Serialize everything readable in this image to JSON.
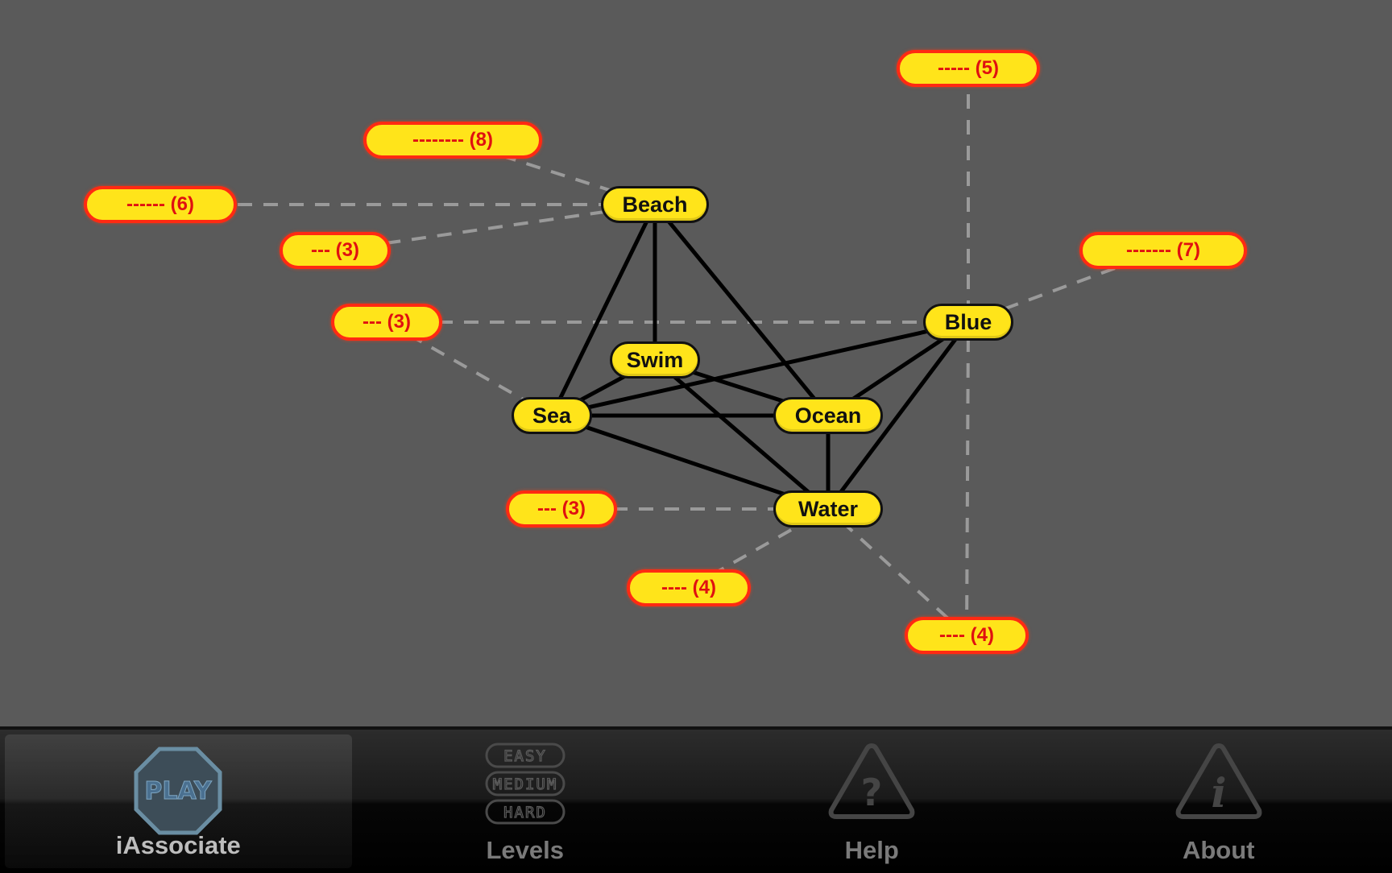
{
  "board": {
    "words": [
      {
        "id": "beach",
        "label": "Beach"
      },
      {
        "id": "swim",
        "label": "Swim"
      },
      {
        "id": "sea",
        "label": "Sea"
      },
      {
        "id": "ocean",
        "label": "Ocean"
      },
      {
        "id": "water",
        "label": "Water"
      },
      {
        "id": "blue",
        "label": "Blue"
      }
    ],
    "hidden_words": [
      {
        "id": "h5",
        "label": "----- (5)",
        "letters": 5
      },
      {
        "id": "h8",
        "label": "-------- (8)",
        "letters": 8
      },
      {
        "id": "h6",
        "label": "------ (6)",
        "letters": 6
      },
      {
        "id": "h3a",
        "label": "--- (3)",
        "letters": 3
      },
      {
        "id": "h7",
        "label": "------- (7)",
        "letters": 7
      },
      {
        "id": "h3b",
        "label": "--- (3)",
        "letters": 3
      },
      {
        "id": "h3c",
        "label": "--- (3)",
        "letters": 3
      },
      {
        "id": "h4a",
        "label": "---- (4)",
        "letters": 4
      },
      {
        "id": "h4b",
        "label": "---- (4)",
        "letters": 4
      }
    ],
    "solid_links": [
      [
        "beach",
        "swim"
      ],
      [
        "beach",
        "sea"
      ],
      [
        "beach",
        "ocean"
      ],
      [
        "swim",
        "sea"
      ],
      [
        "swim",
        "ocean"
      ],
      [
        "swim",
        "water"
      ],
      [
        "sea",
        "ocean"
      ],
      [
        "sea",
        "water"
      ],
      [
        "sea",
        "blue"
      ],
      [
        "ocean",
        "water"
      ],
      [
        "ocean",
        "blue"
      ],
      [
        "water",
        "blue"
      ]
    ],
    "dashed_links": [
      [
        "h8",
        "beach"
      ],
      [
        "h6",
        "beach"
      ],
      [
        "h3a",
        "beach"
      ],
      [
        "h3b",
        "blue"
      ],
      [
        "h3b",
        "sea"
      ],
      [
        "h5",
        "blue"
      ],
      [
        "h4b",
        "blue"
      ],
      [
        "h7",
        "blue"
      ],
      [
        "h3c",
        "water"
      ],
      [
        "h4a",
        "water"
      ],
      [
        "h4b",
        "water"
      ]
    ],
    "colors": {
      "background": "#5a5a5a",
      "word_fill": "#ffe41a",
      "hidden_border": "#ff2a12",
      "hidden_text": "#e01010",
      "solid_link": "#000000",
      "dashed_link": "#9a9a9a"
    }
  },
  "tabbar": {
    "tabs": [
      {
        "id": "iassociate",
        "label": "iAssociate",
        "icon": "play-stop-sign-icon",
        "icon_text": "PLAY",
        "active": true
      },
      {
        "id": "levels",
        "label": "Levels",
        "icon": "levels-icon",
        "icon_text": [
          "EASY",
          "MEDIUM",
          "HARD"
        ],
        "active": false
      },
      {
        "id": "help",
        "label": "Help",
        "icon": "help-warning-icon",
        "icon_text": "?",
        "active": false
      },
      {
        "id": "about",
        "label": "About",
        "icon": "about-info-icon",
        "icon_text": "i",
        "active": false
      }
    ]
  }
}
